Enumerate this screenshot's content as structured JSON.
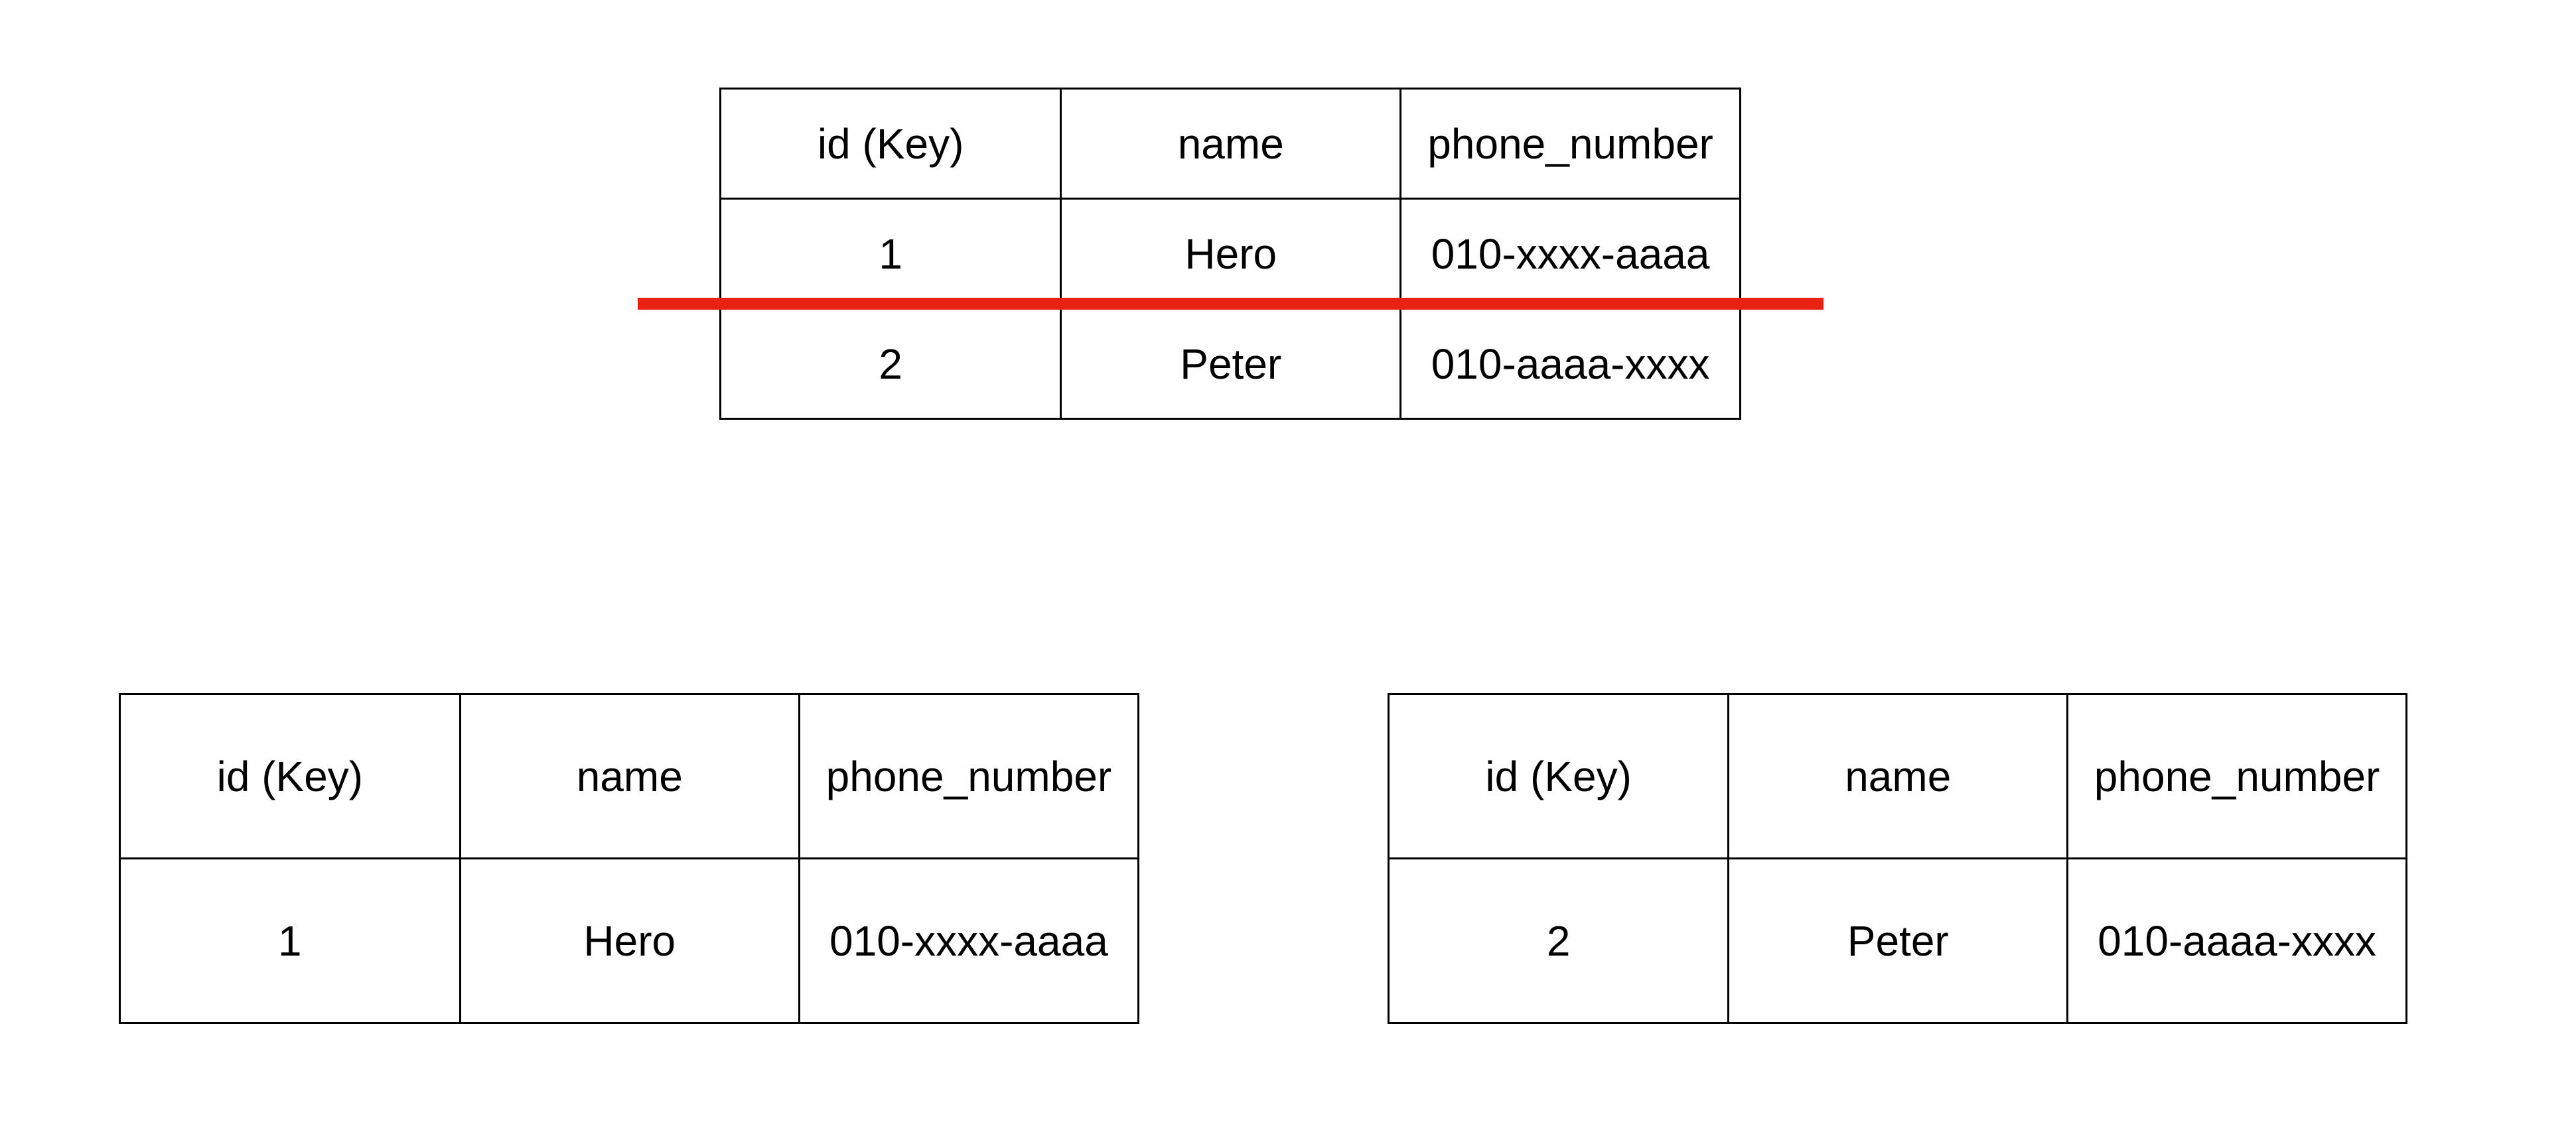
{
  "diagram": {
    "background_color": "#ffffff",
    "border_color": "#000000",
    "text_color": "#000000",
    "split_line_color": "#E82112"
  },
  "original_table": {
    "columns": [
      "id (Key)",
      "name",
      "phone_number"
    ],
    "rows": [
      {
        "id": "1",
        "name": "Hero",
        "phone_number": "010-xxxx-aaaa"
      },
      {
        "id": "2",
        "name": "Peter",
        "phone_number": "010-aaaa-xxxx"
      }
    ]
  },
  "shard_left_table": {
    "columns": [
      "id (Key)",
      "name",
      "phone_number"
    ],
    "rows": [
      {
        "id": "1",
        "name": "Hero",
        "phone_number": "010-xxxx-aaaa"
      }
    ]
  },
  "shard_right_table": {
    "columns": [
      "id (Key)",
      "name",
      "phone_number"
    ],
    "rows": [
      {
        "id": "2",
        "name": "Peter",
        "phone_number": "010-aaaa-xxxx"
      }
    ]
  }
}
